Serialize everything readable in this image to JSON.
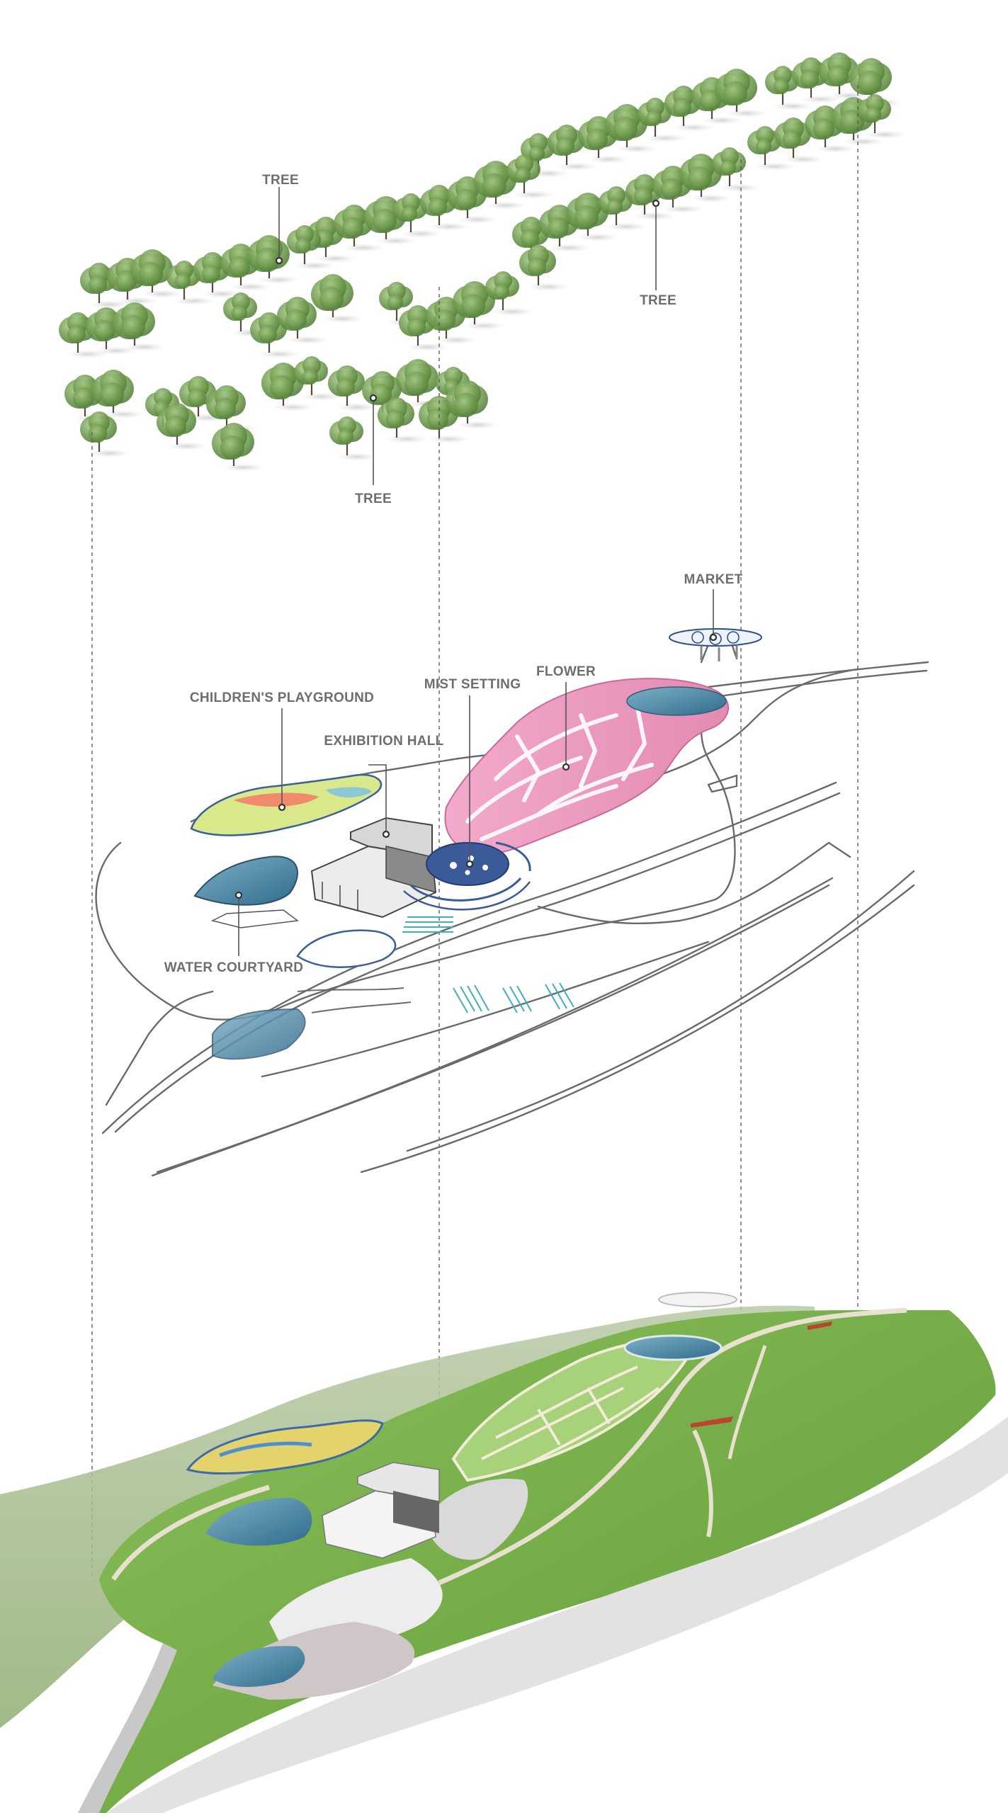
{
  "labels": {
    "tree_1": "TREE",
    "tree_2": "TREE",
    "tree_3": "TREE",
    "market": "MARKET",
    "flower": "FLOWER",
    "mist_setting": "MIST SETTING",
    "childrens_playground": "CHILDREN'S PLAYGROUND",
    "exhibition_hall": "EXHIBITION HALL",
    "water_courtyard": "WATER COURTYARD"
  },
  "colors": {
    "label_text": "#6e6e6e",
    "flower_zone": "#e895b8",
    "mist_setting": "#3b5a9a",
    "water": "#5d8fb0",
    "grass": "#7fb24a",
    "tree_foliage": "#6f9a4e",
    "stairs": "#5ec1cf"
  },
  "icons": {
    "tree": "tree-icon",
    "leader_dot": "leader-dot-icon"
  }
}
